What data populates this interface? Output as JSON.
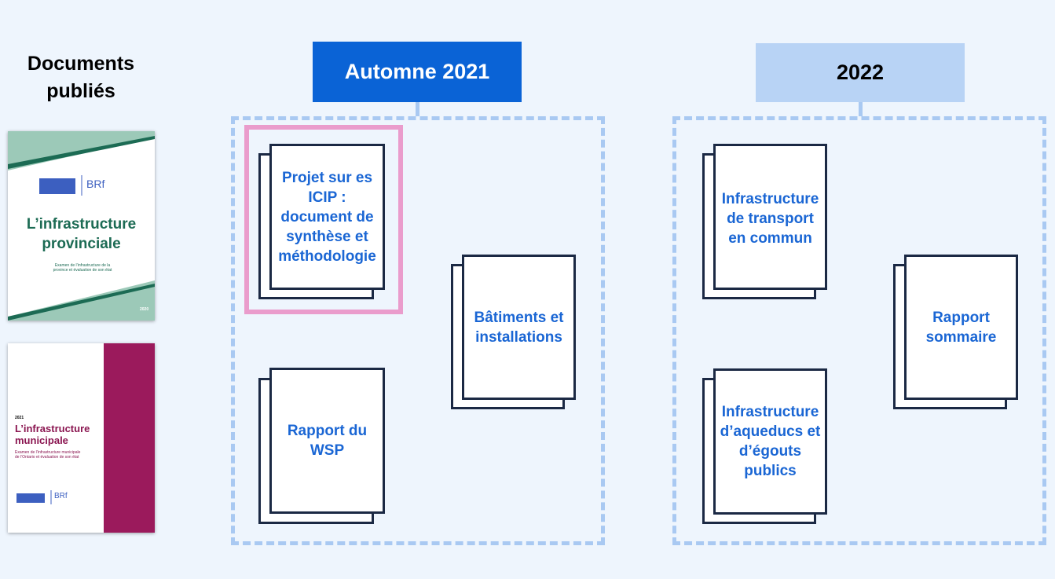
{
  "published": {
    "title": "Documents publiés",
    "covers": [
      {
        "title": "L’infrastructure provinciale",
        "subtitle": "Examen de l’infrastructure de la province et évaluation de son état",
        "year": "2020",
        "brand": "BRF",
        "accent": "#1c6b54"
      },
      {
        "title": "L’infrastructure municipale",
        "subtitle": "Examen de l’infrastructure municipale de l’Ontario et évaluation de son état",
        "year": "2021",
        "brand": "BRF",
        "accent": "#9b1a5c"
      }
    ]
  },
  "columns": [
    {
      "header": "Automne 2021",
      "header_bg": "#0a63d6",
      "header_color": "#ffffff",
      "docs": [
        "Projet sur es ICIP : document de synthèse et méthodologie",
        "Bâtiments et installations",
        "Rapport du WSP"
      ]
    },
    {
      "header": "2022",
      "header_bg": "#b8d3f5",
      "header_color": "#000000",
      "docs": [
        "Infrastructure de transport en commun",
        "Rapport sommaire",
        "Infrastructure d’aqueducs et d’égouts publics"
      ]
    }
  ],
  "colors": {
    "highlight": "#ea9ccc",
    "doc_text": "#1a66d4",
    "dash": "#a9c9f2"
  }
}
